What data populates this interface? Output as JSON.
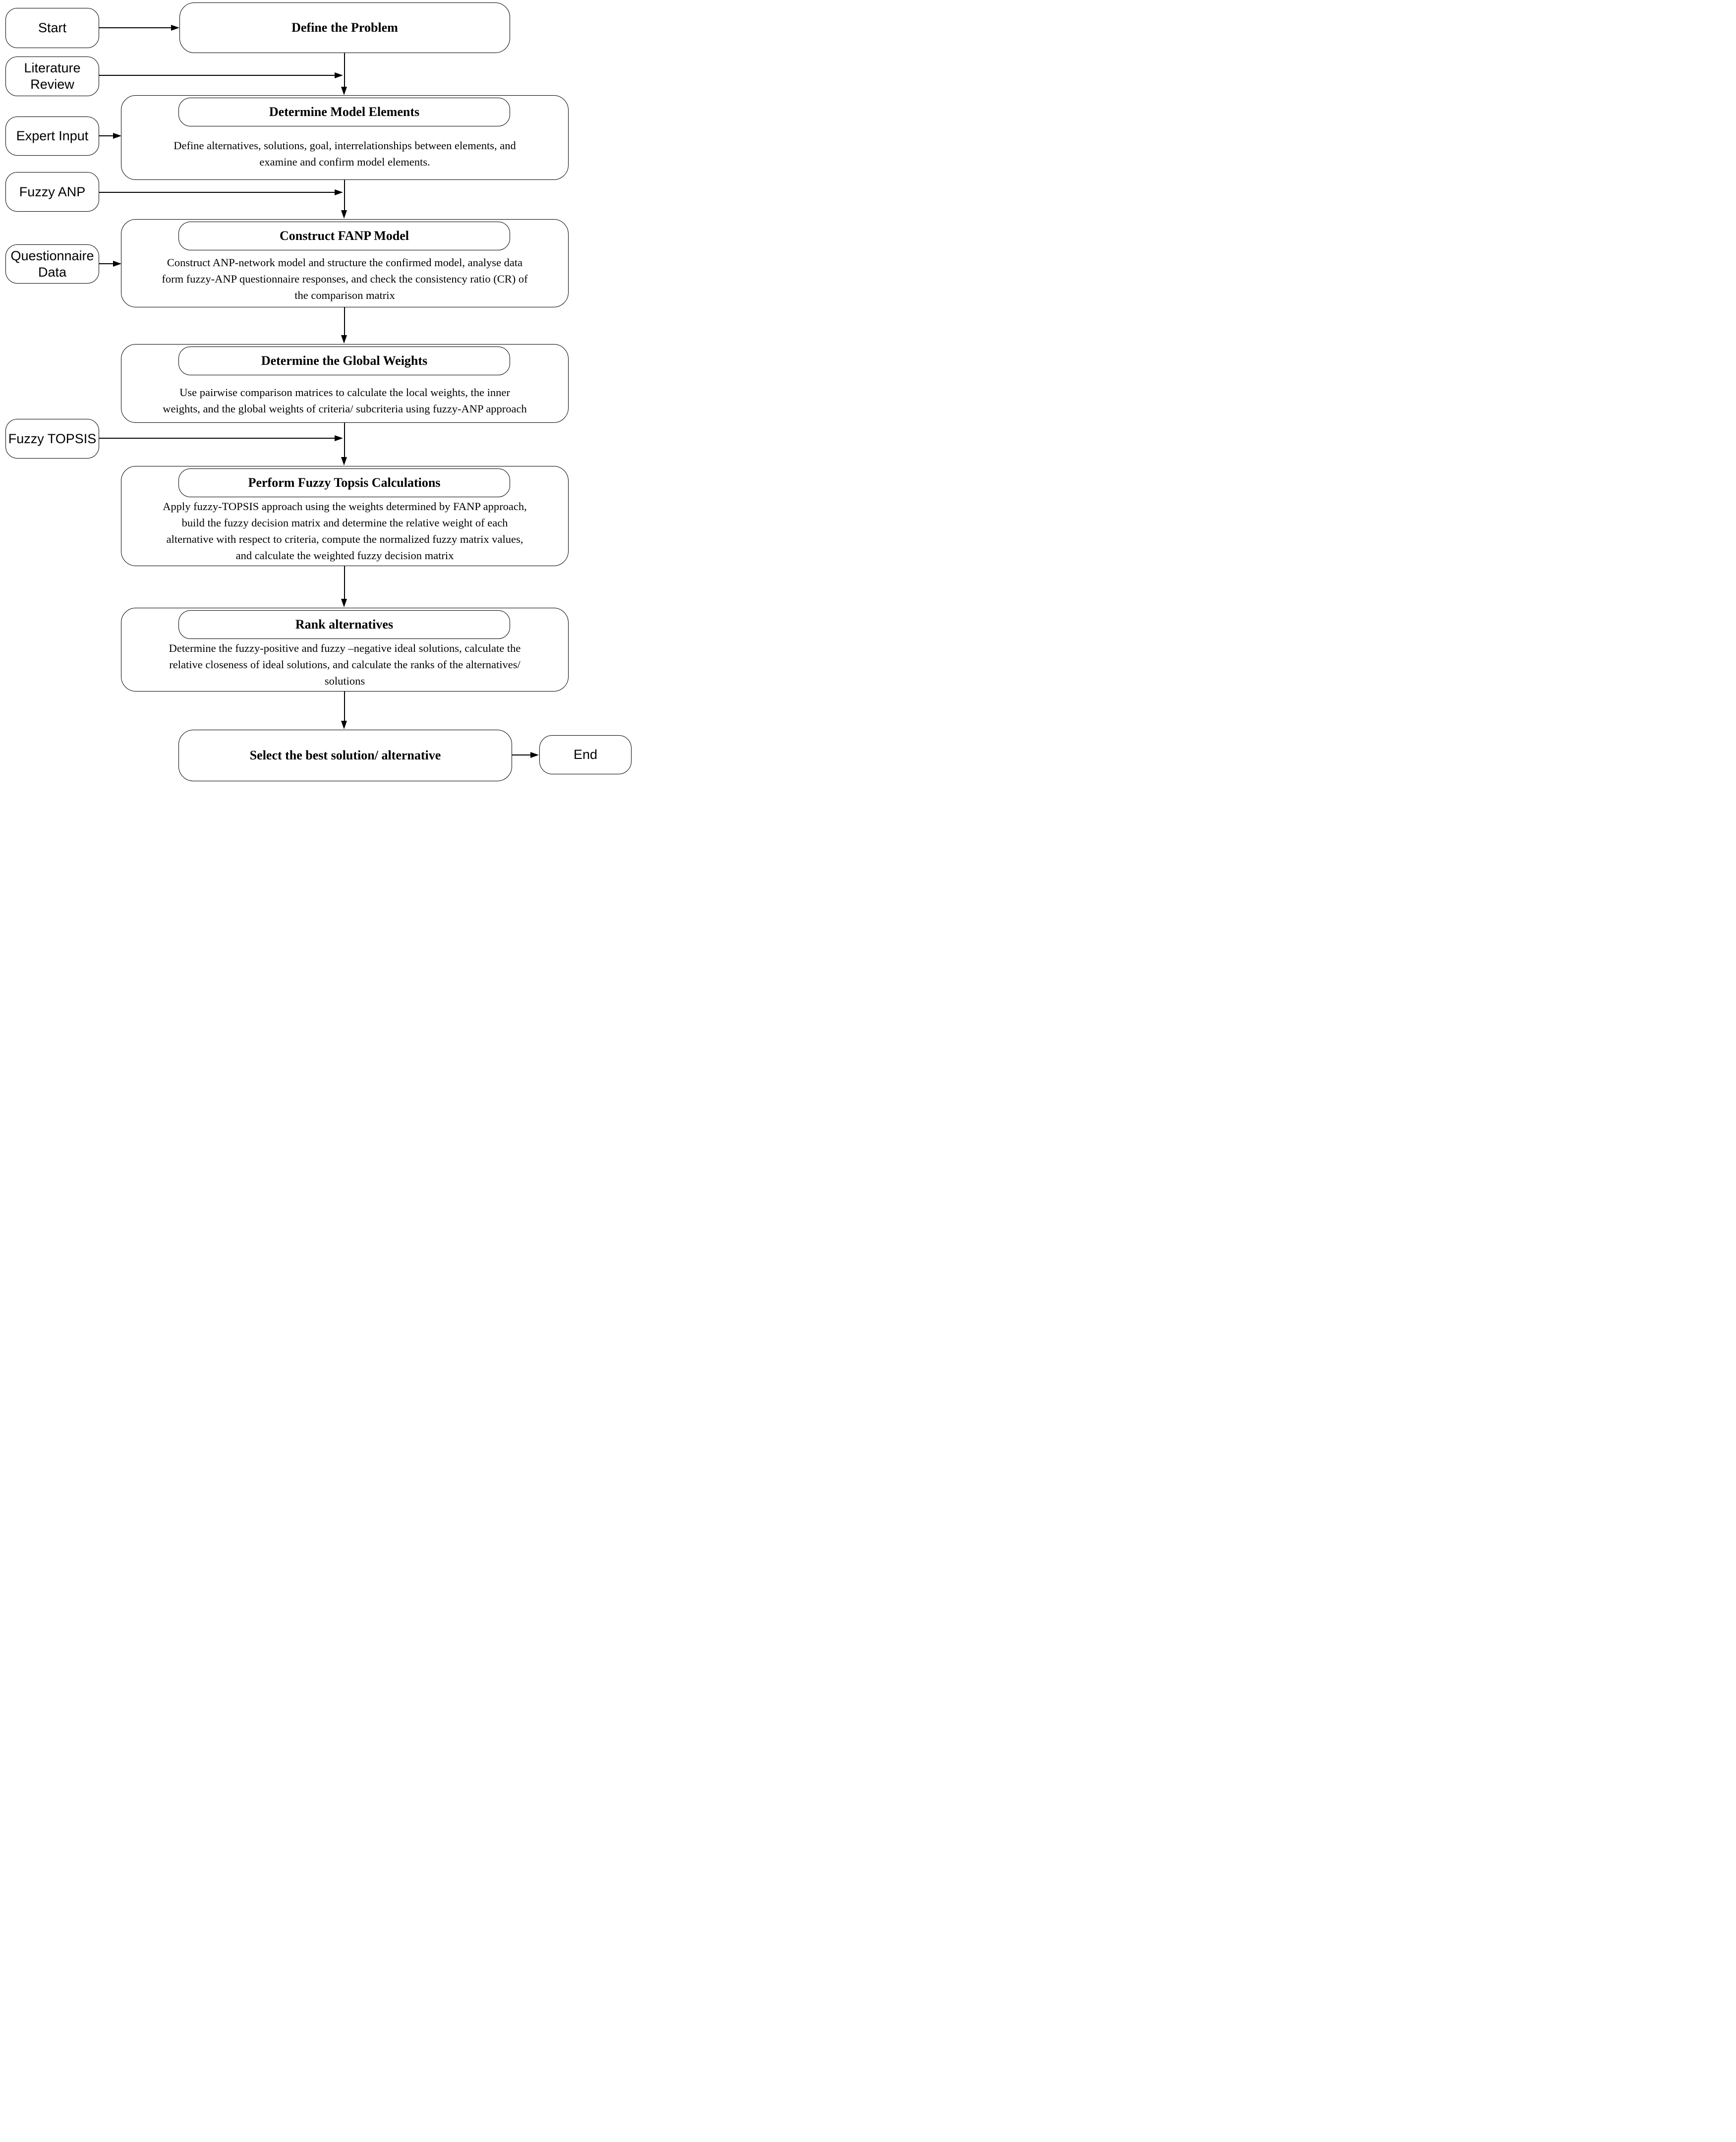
{
  "diagram_type": "flowchart",
  "colors": {
    "background": "#ffffff",
    "node_fill": "#ffffff",
    "node_border": "#000000",
    "connector": "#000000",
    "text": "#000000"
  },
  "nodes": {
    "start": {
      "label": "Start"
    },
    "literature_review": {
      "label": [
        "Literature",
        "Review"
      ]
    },
    "expert_input": {
      "label": "Expert Input"
    },
    "fuzzy_anp": {
      "label": "Fuzzy ANP"
    },
    "questionnaire_data": {
      "label": [
        "Questionnaire",
        "Data"
      ]
    },
    "fuzzy_topsis": {
      "label": "Fuzzy TOPSIS"
    },
    "end": {
      "label": "End"
    },
    "define_problem": {
      "title": "Define the Problem"
    },
    "determine_model_elements": {
      "title": "Determine Model Elements",
      "body": [
        "Define alternatives, solutions, goal, interrelationships between elements, and",
        "examine and confirm model elements."
      ]
    },
    "construct_fanp_model": {
      "title": "Construct FANP Model",
      "body": [
        "Construct ANP-network model and structure the confirmed model, analyse data",
        "form fuzzy-ANP questionnaire responses, and check the consistency ratio (CR) of",
        "the comparison matrix"
      ]
    },
    "determine_global_weights": {
      "title": "Determine the Global Weights",
      "body": [
        "Use pairwise comparison matrices to calculate the local weights, the inner",
        "weights, and the global weights of criteria/ subcriteria using fuzzy-ANP approach"
      ]
    },
    "perform_fuzzy_topsis": {
      "title": "Perform Fuzzy Topsis Calculations",
      "body": [
        "Apply fuzzy-TOPSIS approach using the weights determined by FANP approach,",
        "build the fuzzy decision matrix and determine the relative weight of each",
        "alternative with respect to criteria, compute the normalized fuzzy matrix values,",
        "and calculate the weighted fuzzy decision matrix"
      ]
    },
    "rank_alternatives": {
      "title": "Rank alternatives",
      "body": [
        "Determine the fuzzy-positive and fuzzy –negative ideal solutions, calculate the",
        "relative closeness of ideal solutions, and calculate the ranks of the alternatives/",
        "solutions"
      ]
    },
    "select_best": {
      "title": "Select the best solution/ alternative"
    }
  }
}
